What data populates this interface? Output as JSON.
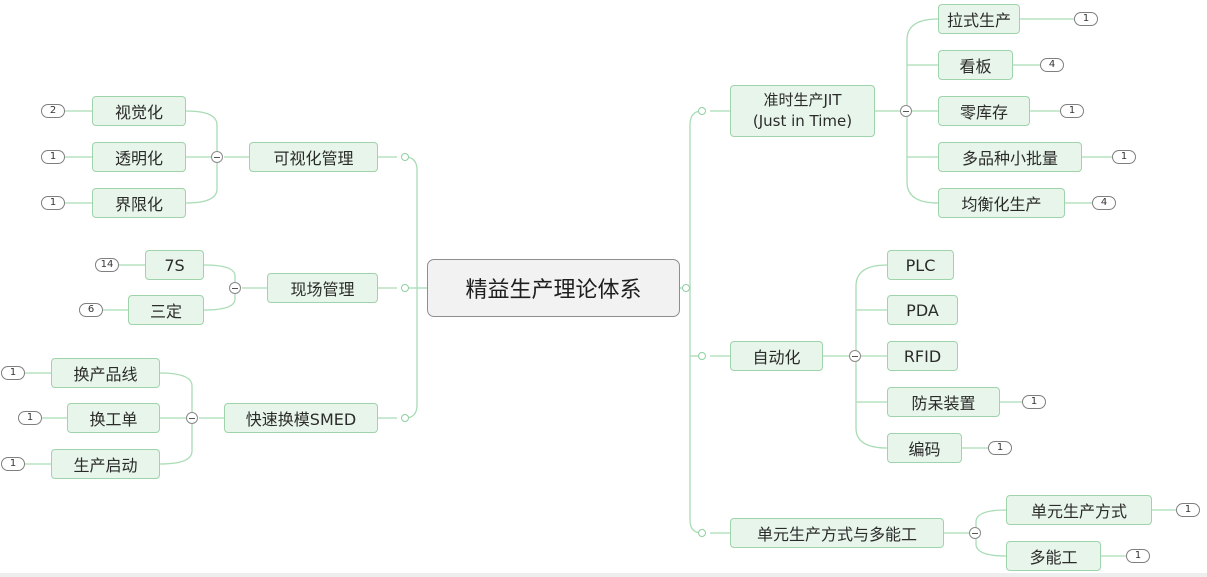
{
  "central": "精益生产理论体系",
  "branches": {
    "visual_mgmt": {
      "label": "可视化管理",
      "children": [
        {
          "label": "视觉化",
          "badge": "2"
        },
        {
          "label": "透明化",
          "badge": "1"
        },
        {
          "label": "界限化",
          "badge": "1"
        }
      ]
    },
    "site_mgmt": {
      "label": "现场管理",
      "children": [
        {
          "label": "7S",
          "badge": "14"
        },
        {
          "label": "三定",
          "badge": "6"
        }
      ]
    },
    "smed": {
      "label": "快速换模SMED",
      "children": [
        {
          "label": "换产品线",
          "badge": "1"
        },
        {
          "label": "换工单",
          "badge": "1"
        },
        {
          "label": "生产启动",
          "badge": "1"
        }
      ]
    },
    "jit": {
      "label_line1": "准时生产JIT",
      "label_line2": "(Just in Time)",
      "children": [
        {
          "label": "拉式生产",
          "badge": "1"
        },
        {
          "label": "看板",
          "badge": "4"
        },
        {
          "label": "零库存",
          "badge": "1"
        },
        {
          "label": "多品种小批量",
          "badge": "1"
        },
        {
          "label": "均衡化生产",
          "badge": "4"
        }
      ]
    },
    "automation": {
      "label": "自动化",
      "children": [
        {
          "label": "PLC"
        },
        {
          "label": "PDA"
        },
        {
          "label": "RFID"
        },
        {
          "label": "防呆装置",
          "badge": "1"
        },
        {
          "label": "编码",
          "badge": "1"
        }
      ]
    },
    "cell": {
      "label": "单元生产方式与多能工",
      "children": [
        {
          "label": "单元生产方式",
          "badge": "1"
        },
        {
          "label": "多能工",
          "badge": "1"
        }
      ]
    }
  },
  "colors": {
    "node_fill": "#e8f5ea",
    "node_border": "#9fd3ab",
    "connector": "#a9dcb5",
    "central_fill": "#f2f2f2"
  }
}
